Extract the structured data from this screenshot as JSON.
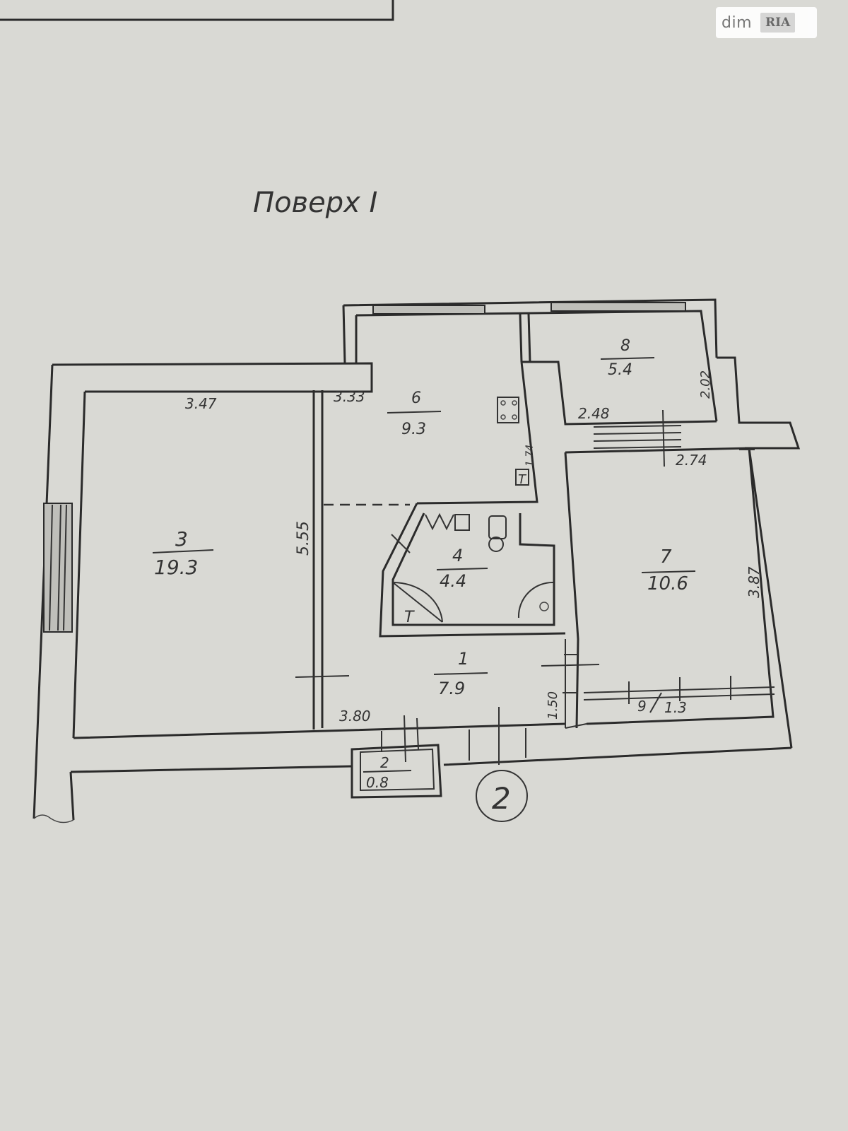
{
  "title": "Поверх I",
  "rooms": [
    {
      "id": "1",
      "area": "7.9"
    },
    {
      "id": "2",
      "area": "0.8"
    },
    {
      "id": "3",
      "area": "19.3"
    },
    {
      "id": "4",
      "area": "4.4"
    },
    {
      "id": "6",
      "area": "9.3"
    },
    {
      "id": "7",
      "area": "10.6"
    },
    {
      "id": "8",
      "area": "5.4"
    },
    {
      "id": "9",
      "area": "1.3"
    }
  ],
  "dimensions": {
    "d_347": "3.47",
    "d_333": "3.33",
    "d_555": "5.55",
    "d_380": "3.80",
    "d_150": "1.50",
    "d_174": "1.74",
    "d_248": "2.48",
    "d_202": "2.02",
    "d_274": "2.74",
    "d_387": "3.87"
  },
  "fixture_marks": {
    "t1": "T",
    "t2": "T"
  },
  "entrance_marker": "2",
  "watermark": {
    "brand": "dim",
    "brand_badge": "RIA"
  }
}
